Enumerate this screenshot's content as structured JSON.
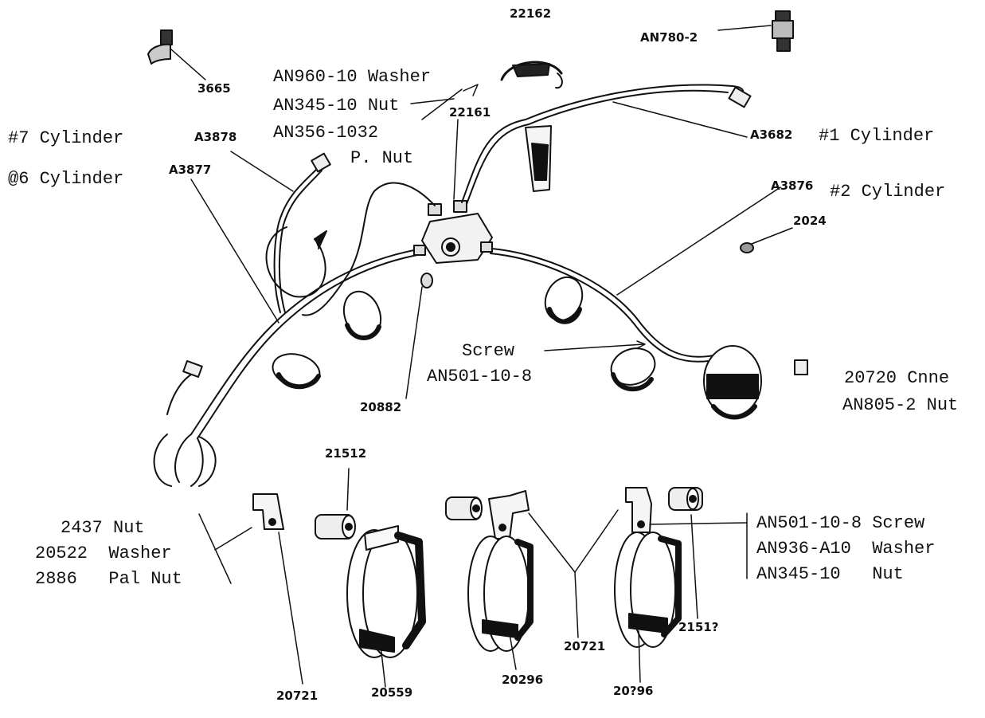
{
  "labels": {
    "an960_washer": "AN960-10 Washer",
    "an345_nut": "AN345-10 Nut",
    "an356_nut": "AN356-1032",
    "p_nut": "P. Nut",
    "cyl7": "#7 Cylinder",
    "cyl6": "@6 Cylinder",
    "cyl1": "#1 Cylinder",
    "cyl2": "#2 Cylinder",
    "screw": "Screw",
    "screw_part": "AN501-10-8",
    "cnne": "20720 Cnne",
    "an805_nut": "AN805-2 Nut",
    "nut_2437": "2437 Nut",
    "washer_20522": "20522  Washer",
    "palnut_2886": "2886   Pal Nut",
    "screw_right": "AN501-10-8 Screw",
    "washer_right": "AN936-A10  Washer",
    "nut_right": "AN345-10   Nut"
  },
  "part_numbers": {
    "p22162": "22162",
    "an780": "AN780-2",
    "p3665": "3665",
    "p22161": "22161",
    "a3878": "A3878",
    "a3877": "A3877",
    "a3682": "A3682",
    "a3876": "A3876",
    "p2024": "2024",
    "p20882": "20882",
    "p21512_left": "21512",
    "p20721_left": "20721",
    "p20559": "20559",
    "p20296_mid": "20296",
    "p20721_mid": "20721",
    "p20296_right": "20?96",
    "p21512_right": "2151?"
  }
}
